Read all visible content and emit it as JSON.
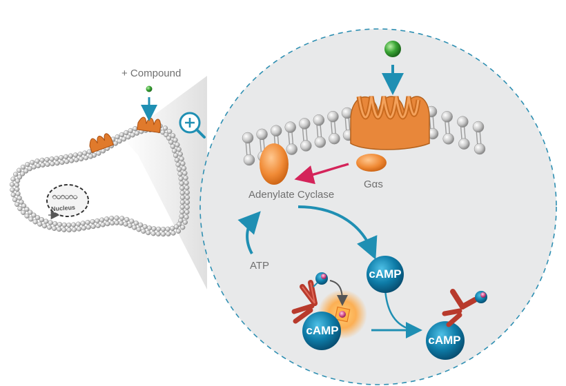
{
  "labels": {
    "compound": "+ Compound",
    "nucleus": "Nucleus",
    "adenylate_cyclase": "Adenylate Cyclase",
    "g_alpha_s": "Gαs",
    "atp": "ATP",
    "camp": "cAMP"
  },
  "icons": {
    "zoom": "zoom-in-icon"
  },
  "colors": {
    "circle_fill": "#e8e9ea",
    "dashed_border": "#2e8fb2",
    "arrow_teal": "#1f8fb3",
    "arrow_red": "#d4245a",
    "receptor_orange": "#e07a2c",
    "effector_orange": "#f08a35",
    "compound_green": "#3aa535",
    "camp_blue": "#0e6f9a",
    "antibody_red": "#b83a2c",
    "membrane_grey": "#b8b8b8"
  }
}
